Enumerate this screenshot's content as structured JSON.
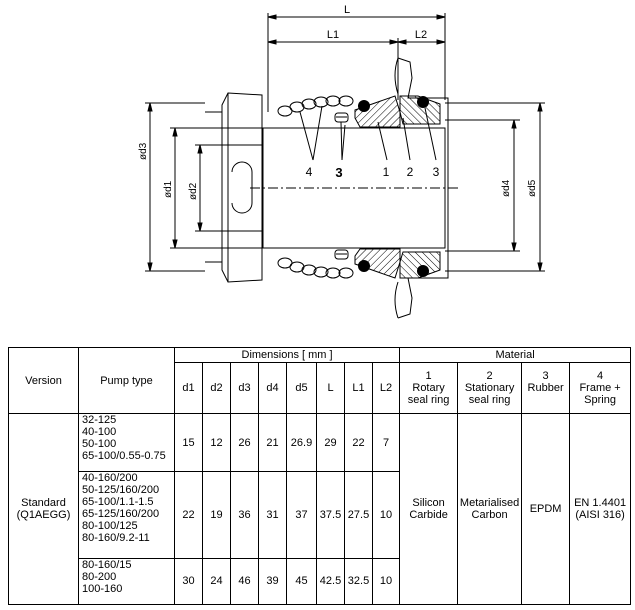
{
  "drawing": {
    "dimension_labels": {
      "L": "L",
      "L1": "L1",
      "L2": "L2",
      "d1": "ød1",
      "d2": "ød2",
      "d3": "ød3",
      "d4": "ød4",
      "d5": "ød5"
    },
    "part_callouts": [
      "4",
      "3",
      "1",
      "2",
      "3"
    ]
  },
  "table": {
    "headers": {
      "version": "Version",
      "pump_type": "Pump type",
      "dimensions": "Dimensions [ mm ]",
      "material": "Material",
      "dim_cols": [
        "d1",
        "d2",
        "d3",
        "d4",
        "d5",
        "L",
        "L1",
        "L2"
      ],
      "material_cols": [
        {
          "num": "1",
          "name1": "Rotary",
          "name2": "seal ring"
        },
        {
          "num": "2",
          "name1": "Stationary",
          "name2": "seal ring"
        },
        {
          "num": "3",
          "name1": "Rubber",
          "name2": ""
        },
        {
          "num": "4",
          "name1": "Frame +",
          "name2": "Spring"
        }
      ]
    },
    "version": {
      "line1": "Standard",
      "line2": "(Q1AEGG)"
    },
    "rows": [
      {
        "pump_types": [
          "32-125",
          "40-100",
          "50-100",
          "65-100/0.55-0.75"
        ],
        "dims": [
          "15",
          "12",
          "26",
          "21",
          "26.9",
          "29",
          "22",
          "7"
        ]
      },
      {
        "pump_types": [
          "40-160/200",
          "50-125/160/200",
          "65-100/1.1-1.5",
          "65-125/160/200",
          "80-100/125",
          "80-160/9.2-11"
        ],
        "dims": [
          "22",
          "19",
          "36",
          "31",
          "37",
          "37.5",
          "27.5",
          "10"
        ]
      },
      {
        "pump_types": [
          "80-160/15",
          "80-200",
          "100-160"
        ],
        "dims": [
          "30",
          "24",
          "46",
          "39",
          "45",
          "42.5",
          "32.5",
          "10"
        ]
      }
    ],
    "materials": {
      "m1": {
        "line1": "Silicon",
        "line2": "Carbide"
      },
      "m2": {
        "line1": "Metarialised",
        "line2": "Carbon"
      },
      "m3": {
        "line1": "EPDM",
        "line2": ""
      },
      "m4": {
        "line1": "EN 1.4401",
        "line2": "(AISI 316)"
      }
    }
  }
}
